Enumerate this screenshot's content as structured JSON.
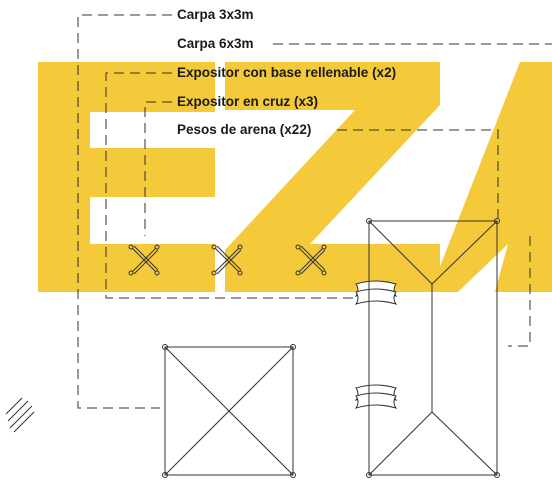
{
  "labels": {
    "carpa_3x3": "Carpa 3x3m",
    "carpa_6x3": "Carpa 6x3m",
    "expositor_base": "Expositor con base rellenable (x2)",
    "expositor_cruz": "Expositor en cruz (x3)",
    "pesos_arena": "Pesos de arena (x22)"
  },
  "colors": {
    "brand_yellow": "#f4c93a",
    "line": "#333333",
    "text": "#1a1a1a"
  }
}
